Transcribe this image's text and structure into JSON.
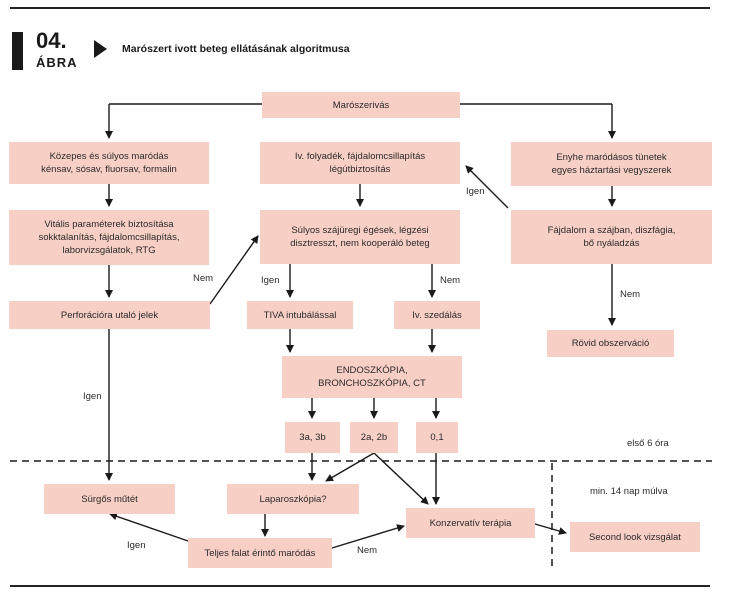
{
  "figure": {
    "number": "04.",
    "word": "ÁBRA",
    "title": "Marószert ivott beteg ellátásának algoritmusa"
  },
  "nodes": {
    "start": "Marószerivás",
    "severe": "Közepes és súlyos maródás\nkénsav, sósav, fluorsav, formalin",
    "iv_fluid": "Iv. folyadék, fájdalomcsillapítás\nlégútbiztosítás",
    "mild": "Enyhe maródásos tünetek\negyes háztartási vegyszerek",
    "vitals": "Vitális paraméterek biztosítása\nsokktalanítás, fájdalomcsillapítás,\nlaborvizsgálatok, RTG",
    "airway": "Súlyos szájüregi égések, légzési\ndisztresszt, nem kooperáló beteg",
    "pain": "Fájdalom a szájban, diszfágia,\nbő nyáladzás",
    "perforation": "Perforációra utaló jelek",
    "tiva": "TIVA intubálással",
    "sedation": "Iv. szedálás",
    "short_obs": "Rövid obszerváció",
    "endoscopy": "ENDOSZKÓPIA,\nBRONCHOSZKÓPIA, CT",
    "grade_3": "3a, 3b",
    "grade_2": "2a, 2b",
    "grade_0": "0,1",
    "urgent_surgery": "Sürgős műtét",
    "laparoscopy": "Laparoszkópia?",
    "conservative": "Konzervatív terápia",
    "second_look": "Second look vizsgálat",
    "full_wall": "Teljes falat érintő maródás"
  },
  "labels": {
    "igen_mild": "Igen",
    "nem_perforation": "Nem",
    "igen_tiva": "Igen",
    "nem_sedation": "Nem",
    "nem_obs": "Nem",
    "igen_perforation": "Igen",
    "first_6h": "első 6 óra",
    "min_14": "min. 14 nap múlva",
    "igen_full": "Igen",
    "nem_full": "Nem"
  }
}
